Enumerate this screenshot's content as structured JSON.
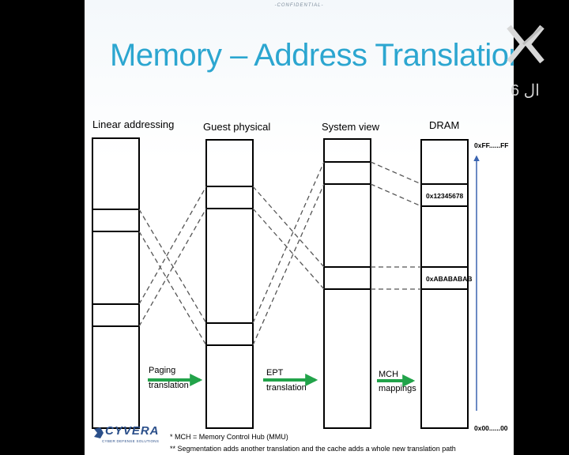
{
  "slide": {
    "confidential": "-CONFIDENTIAL-",
    "title": "Memory – Address Translations"
  },
  "columns": [
    {
      "label": "Linear addressing"
    },
    {
      "label": "Guest physical"
    },
    {
      "label": "System view"
    },
    {
      "label": "DRAM"
    }
  ],
  "dram": {
    "cell_top": "0x12345678",
    "cell_mid": "0xABABABAB",
    "addr_high": "0xFF......FF",
    "addr_low": "0x00......00"
  },
  "translations": [
    {
      "line1": "Paging",
      "line2": "translation"
    },
    {
      "line1": "EPT",
      "line2": "translation"
    },
    {
      "line1": "MCH",
      "line2": "mappings"
    }
  ],
  "logo": {
    "word": "CYVERA",
    "tagline": "CYBER DEFENSE SOLUTIONS"
  },
  "footnotes": {
    "note1": "* MCH = Memory Control Hub (MMU)",
    "note2": "** Segmentation adds another translation and the cache adds a whole new translation path"
  },
  "channel": {
    "text": "ال 6"
  },
  "colors": {
    "title": "#2ca6d0",
    "arrow": "#22a34a",
    "axis_arrow": "#3a64b0",
    "logo": "#2b4f8a"
  }
}
